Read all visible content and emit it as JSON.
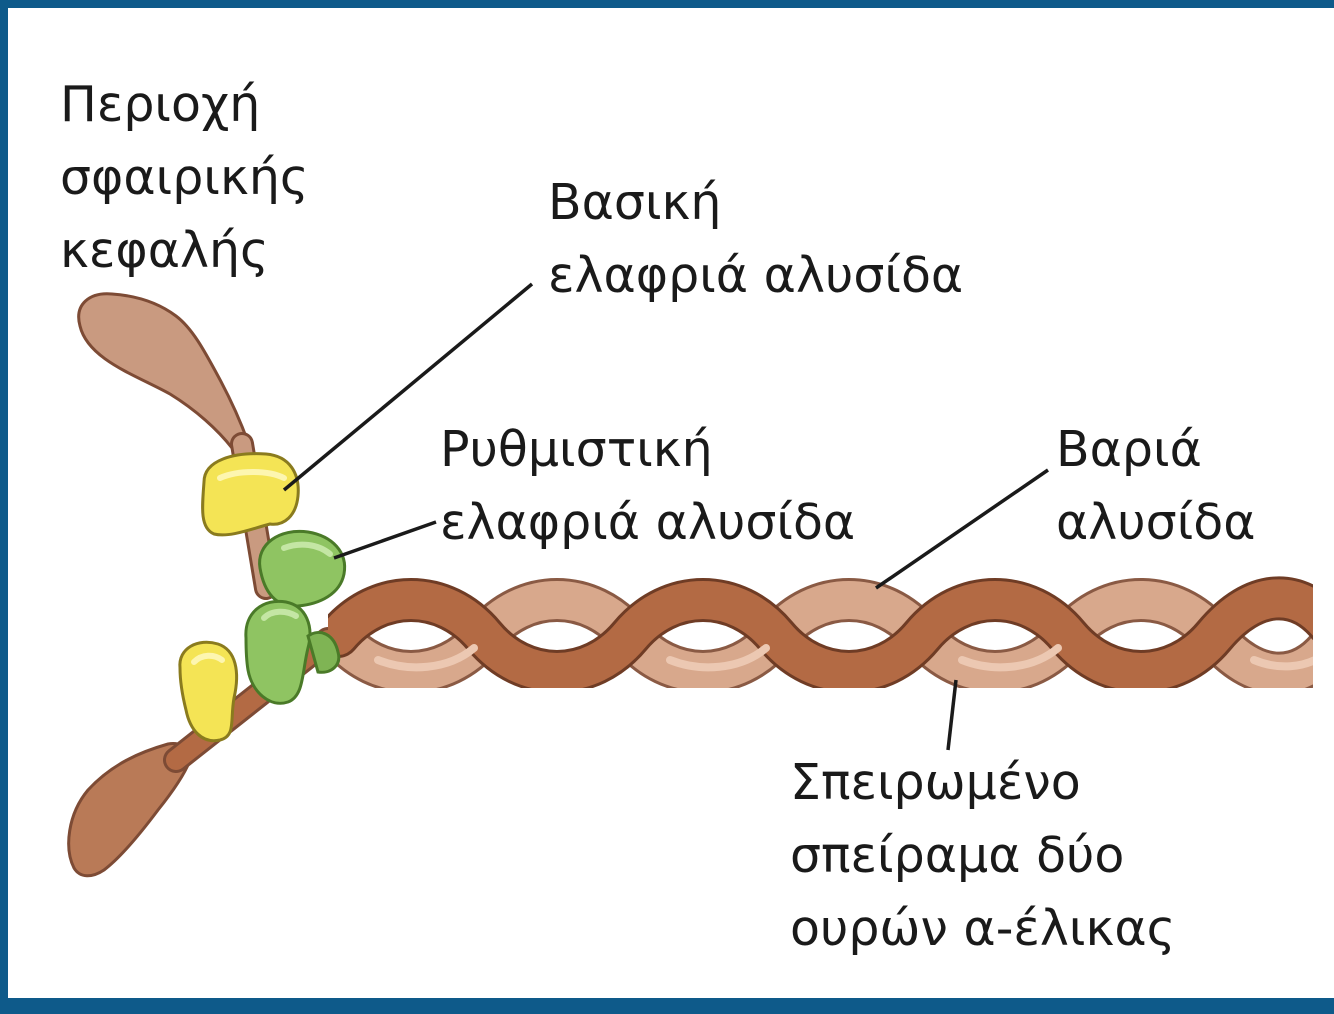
{
  "labels": {
    "globular_head": [
      "Περιοχή",
      "σφαιρικής",
      "κεφαλής"
    ],
    "essential_light_chain": [
      "Βασική",
      "ελαφριά αλυσίδα"
    ],
    "regulatory_light_chain": [
      "Ρυθμιστική",
      "ελαφριά αλυσίδα"
    ],
    "heavy_chain": [
      "Βαριά",
      "αλυσίδα"
    ],
    "coiled_coil": [
      "Σπειρωμένο",
      "σπείραμα δύο",
      "ουρών α-έλικας"
    ]
  },
  "colors": {
    "frame": "#0e5a8a",
    "background": "#ffffff",
    "heavy_chain_dark": "#b36a44",
    "heavy_chain_light": "#d8a88c",
    "head": "#c99a80",
    "essential_light_chain": "#f4e455",
    "regulatory_light_chain": "#8fc462",
    "leader_line": "#1a1a1a",
    "text": "#1a1a1a"
  }
}
